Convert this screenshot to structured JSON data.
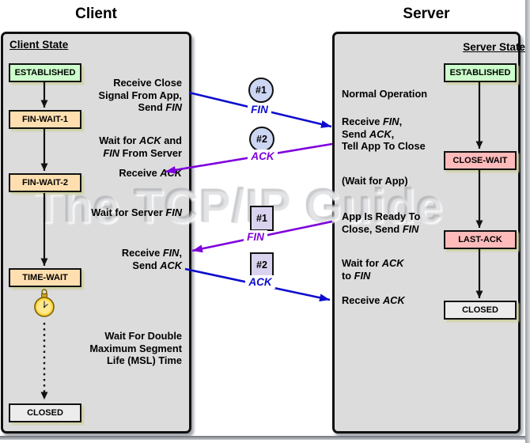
{
  "watermark": "The TCP/IP Guide",
  "colors": {
    "blue": "#0d0dcd",
    "purple": "#7e00dc",
    "green": "#ccffcc",
    "peach": "#ffdfb0",
    "salmon": "#ffbaba",
    "closed_gray": "#ececec",
    "panel_gray": "#dcdcdc"
  },
  "client": {
    "title": "Client",
    "state_header": "Client State",
    "states": [
      "ESTABLISHED",
      "FIN-WAIT-1",
      "FIN-WAIT-2",
      "TIME-WAIT",
      "CLOSED"
    ],
    "annotations": [
      [
        {
          "t": "Receive Close\nSignal From App,\nSend "
        },
        {
          "t": "FIN",
          "i": true
        }
      ],
      [
        {
          "t": "Wait for "
        },
        {
          "t": "ACK",
          "i": true
        },
        {
          "t": " and\n"
        },
        {
          "t": "FIN",
          "i": true
        },
        {
          "t": " From Server"
        }
      ],
      [
        {
          "t": "Receive "
        },
        {
          "t": "ACK",
          "i": true
        }
      ],
      [
        {
          "t": "Wait for Server "
        },
        {
          "t": "FIN",
          "i": true
        }
      ],
      [
        {
          "t": "Receive "
        },
        {
          "t": "FIN",
          "i": true
        },
        {
          "t": ",\nSend "
        },
        {
          "t": "ACK",
          "i": true
        }
      ],
      [
        {
          "t": "Wait For Double\nMaximum Segment\nLife (MSL) Time"
        }
      ]
    ]
  },
  "server": {
    "title": "Server",
    "state_header": "Server State",
    "states": [
      "ESTABLISHED",
      "CLOSE-WAIT",
      "LAST-ACK",
      "CLOSED"
    ],
    "annotations": [
      [
        {
          "t": "Normal Operation"
        }
      ],
      [
        {
          "t": "Receive "
        },
        {
          "t": "FIN",
          "i": true
        },
        {
          "t": ",\nSend "
        },
        {
          "t": "ACK",
          "i": true
        },
        {
          "t": ",\nTell App To Close"
        }
      ],
      [
        {
          "t": "(Wait for App)"
        }
      ],
      [
        {
          "t": "App Is Ready To\nClose, Send "
        },
        {
          "t": "FIN",
          "i": true
        }
      ],
      [
        {
          "t": "Wait for "
        },
        {
          "t": "ACK",
          "i": true
        },
        {
          "t": "\nto "
        },
        {
          "t": "FIN",
          "i": true
        }
      ],
      [
        {
          "t": "Receive "
        },
        {
          "t": "ACK",
          "i": true
        }
      ]
    ]
  },
  "messages": [
    {
      "marker": "#1",
      "shape": "circle",
      "label": "FIN",
      "direction": "client-to-server"
    },
    {
      "marker": "#2",
      "shape": "circle",
      "label": "ACK",
      "direction": "server-to-client"
    },
    {
      "marker": "#1",
      "shape": "square",
      "label": "FIN",
      "direction": "server-to-client"
    },
    {
      "marker": "#2",
      "shape": "square",
      "label": "ACK",
      "direction": "client-to-server"
    }
  ]
}
